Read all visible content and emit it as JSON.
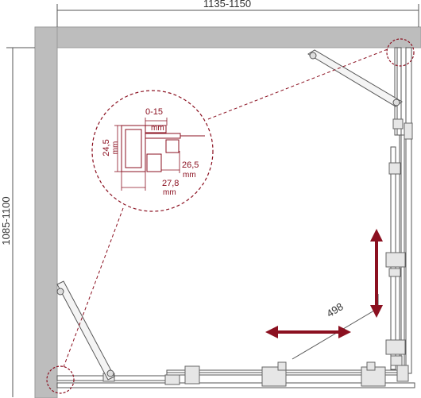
{
  "dimensions": {
    "width_label": "1135-1150",
    "height_label": "1085-1100",
    "door_width": "498"
  },
  "detail": {
    "adjust_range": "0-15",
    "adjust_unit": "mm",
    "profile_height": "24,5",
    "profile_height_unit": "mm",
    "inner_width": "26,5",
    "inner_width_unit": "mm",
    "outer_width": "27,8",
    "outer_width_unit": "mm"
  },
  "colors": {
    "wall": "#bdbdbd",
    "accent": "#8b1020",
    "line": "#555555"
  }
}
